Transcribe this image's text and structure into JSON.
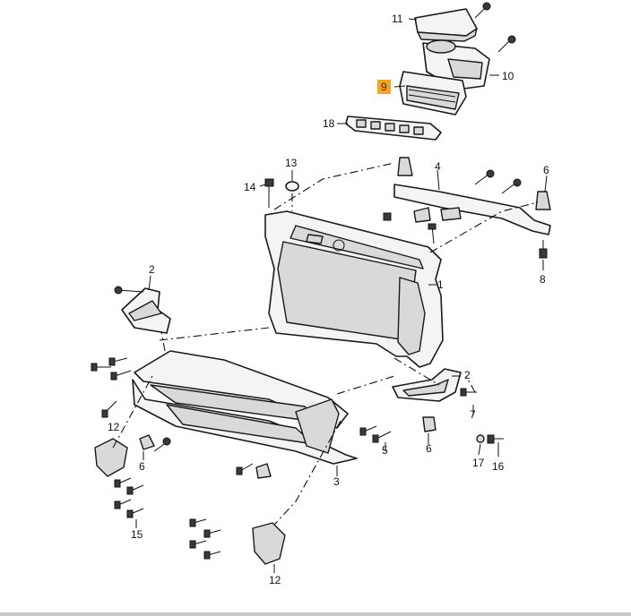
{
  "diagram": {
    "labels": [
      {
        "id": "l11",
        "text": "11"
      },
      {
        "id": "l10",
        "text": "10"
      },
      {
        "id": "l9",
        "text": "9",
        "highlight": true,
        "highlight_color": "#f7a521"
      },
      {
        "id": "l18",
        "text": "18"
      },
      {
        "id": "l13",
        "text": "13"
      },
      {
        "id": "l14",
        "text": "14"
      },
      {
        "id": "l4",
        "text": "4"
      },
      {
        "id": "l6a",
        "text": "6"
      },
      {
        "id": "l8",
        "text": "8"
      },
      {
        "id": "l1",
        "text": "1"
      },
      {
        "id": "l2a",
        "text": "2"
      },
      {
        "id": "l2b",
        "text": "2"
      },
      {
        "id": "l7",
        "text": "7"
      },
      {
        "id": "l6b",
        "text": "6"
      },
      {
        "id": "l5",
        "text": "5"
      },
      {
        "id": "l17",
        "text": "17"
      },
      {
        "id": "l16",
        "text": "16"
      },
      {
        "id": "l3",
        "text": "3"
      },
      {
        "id": "l12a",
        "text": "12"
      },
      {
        "id": "l6c",
        "text": "6"
      },
      {
        "id": "l15",
        "text": "15"
      },
      {
        "id": "l12b",
        "text": "12"
      }
    ]
  }
}
